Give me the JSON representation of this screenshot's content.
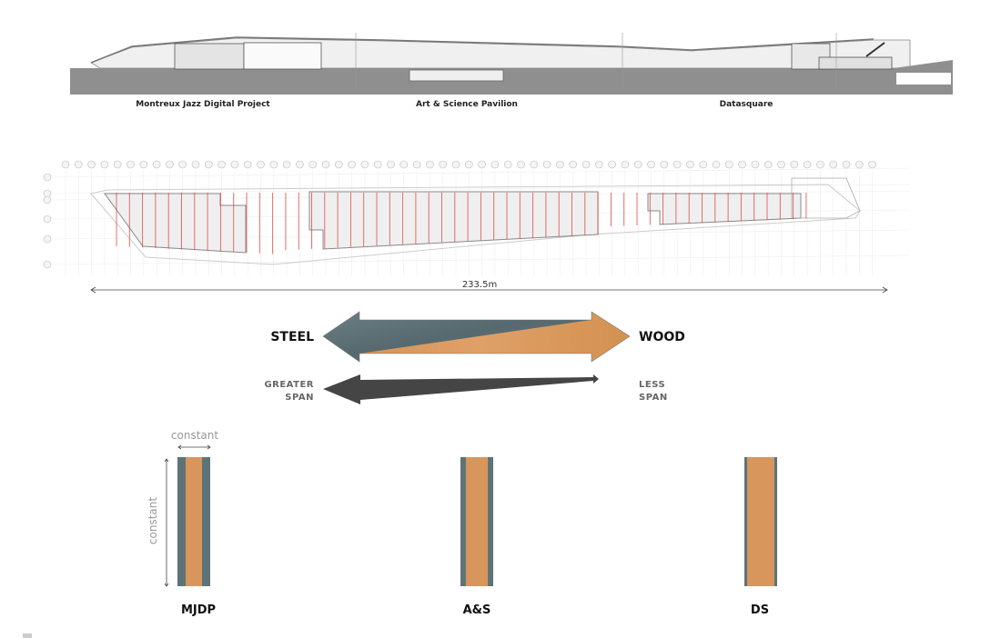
{
  "section": {
    "labels": [
      "Montreux Jazz Digital Project",
      "Art & Science Pavilion",
      "Datasquare"
    ]
  },
  "plan": {
    "dimension_label": "233.5m"
  },
  "material_arrow": {
    "left_label": "STEEL",
    "right_label": "WOOD"
  },
  "span_arrow": {
    "left_label_line1": "GREATER",
    "left_label_line2": "SPAN",
    "right_label_line1": "LESS",
    "right_label_line2": "SPAN"
  },
  "columns": {
    "width_label": "constant",
    "height_label": "constant",
    "items": [
      {
        "label": "MJDP",
        "steel_fraction": 0.5
      },
      {
        "label": "A&S",
        "steel_fraction": 0.33
      },
      {
        "label": "DS",
        "steel_fraction": 0.17
      }
    ]
  },
  "colors": {
    "steel": "#5e7378",
    "wood": "#d8965c",
    "ground": "#8e8e8e",
    "structure_red": "#e23a3a",
    "span_arrow": "#454545"
  }
}
